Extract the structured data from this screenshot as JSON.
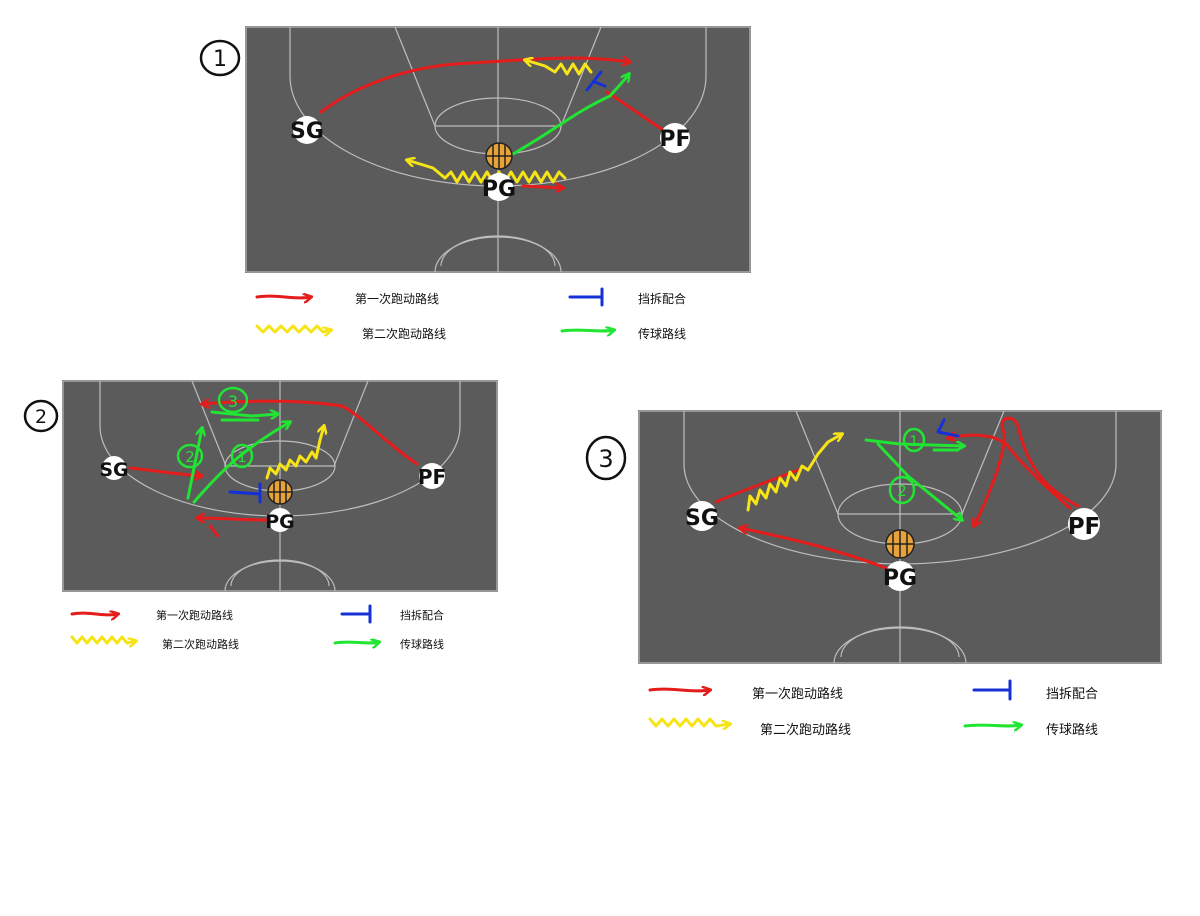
{
  "diagrams": [
    {
      "number": "1",
      "players": {
        "sg": "SG",
        "pg": "PG",
        "pf": "PF"
      },
      "legend": {
        "first_run": "第一次跑动路线",
        "second_run": "第二次跑动路线",
        "screen": "挡拆配合",
        "pass": "传球路线"
      }
    },
    {
      "number": "2",
      "players": {
        "sg": "SG",
        "pg": "PG",
        "pf": "PF"
      },
      "step_labels": [
        "1",
        "2",
        "3"
      ],
      "legend": {
        "first_run": "第一次跑动路线",
        "second_run": "第二次跑动路线",
        "screen": "挡拆配合",
        "pass": "传球路线"
      }
    },
    {
      "number": "3",
      "players": {
        "sg": "SG",
        "pg": "PG",
        "pf": "PF"
      },
      "step_labels": [
        "1",
        "2"
      ],
      "legend": {
        "first_run": "第一次跑动路线",
        "second_run": "第二次跑动路线",
        "screen": "挡拆配合",
        "pass": "传球路线"
      }
    }
  ],
  "colors": {
    "court": "#5b5b5b",
    "first_run": "#e41c1c",
    "second_run": "#f7e416",
    "screen": "#1530d6",
    "pass": "#22e432",
    "ball": "#e8a23a"
  }
}
